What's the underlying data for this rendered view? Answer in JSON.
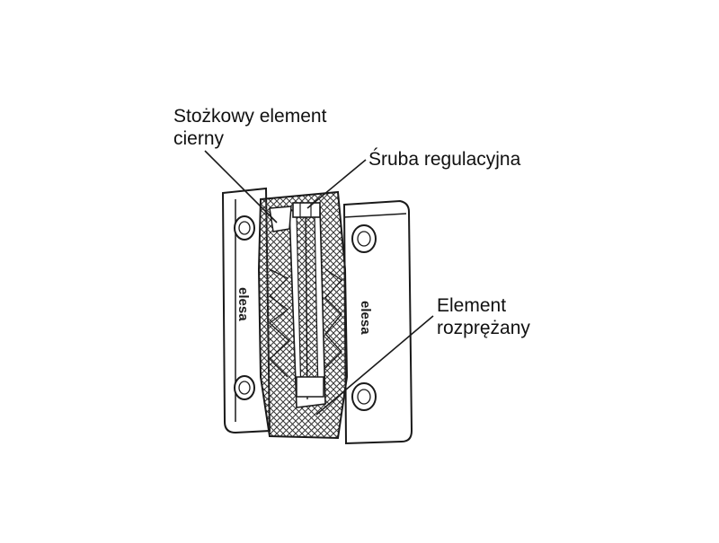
{
  "labels": {
    "friction_cone": "Stożkowy element\ncierny",
    "adjust_screw": "Śruba regulacyjna",
    "expanding_element": "Element\nrozprężany"
  },
  "logo_text": "elesa",
  "colors": {
    "line": "#1a1a1a",
    "fill": "#ffffff",
    "hatch": "#333333",
    "bg": "#ffffff"
  }
}
